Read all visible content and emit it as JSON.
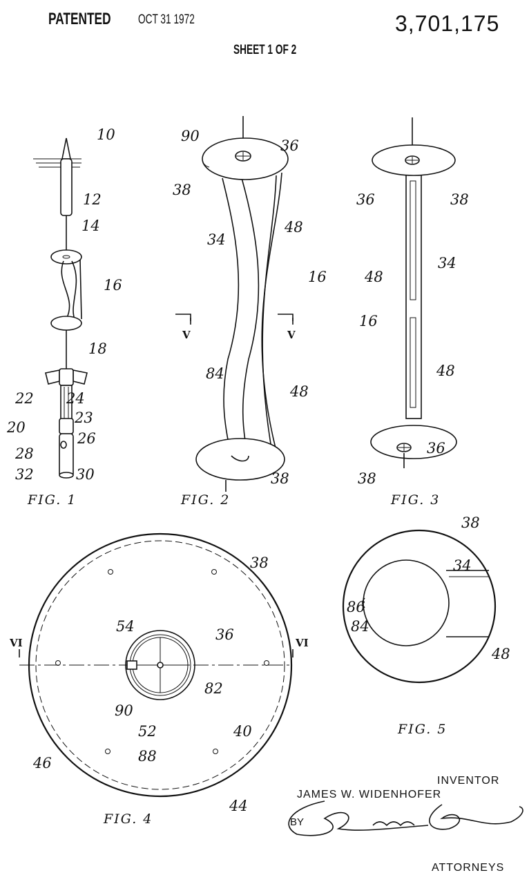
{
  "header": {
    "patented_label": "PATENTED",
    "date": "OCT 31 1972",
    "patent_number": "3,701,175",
    "sheet": "SHEET 1 OF 2"
  },
  "figures": {
    "fig1": {
      "caption": "FIG. 1",
      "labels": [
        "10",
        "12",
        "14",
        "16",
        "18",
        "22",
        "24",
        "20",
        "23",
        "26",
        "28",
        "32",
        "30"
      ]
    },
    "fig2": {
      "caption": "FIG. 2",
      "labels": [
        "90",
        "36",
        "38",
        "34",
        "48",
        "16",
        "V",
        "V",
        "84",
        "48",
        "38"
      ]
    },
    "fig3": {
      "caption": "FIG. 3",
      "labels": [
        "36",
        "38",
        "48",
        "34",
        "16",
        "48",
        "36",
        "38"
      ]
    },
    "fig4": {
      "caption": "FIG. 4",
      "labels": [
        "38",
        "VI",
        "VI",
        "54",
        "36",
        "90",
        "82",
        "52",
        "40",
        "46",
        "88",
        "44"
      ]
    },
    "fig5": {
      "caption": "FIG. 5",
      "labels": [
        "38",
        "34",
        "86",
        "84",
        "48"
      ]
    }
  },
  "footer": {
    "inventor_label": "INVENTOR",
    "inventor_name": "JAMES W. WIDENHOFER",
    "by_label": "BY",
    "signature": "Beaman & Beaman",
    "attorneys_label": "ATTORNEYS"
  }
}
